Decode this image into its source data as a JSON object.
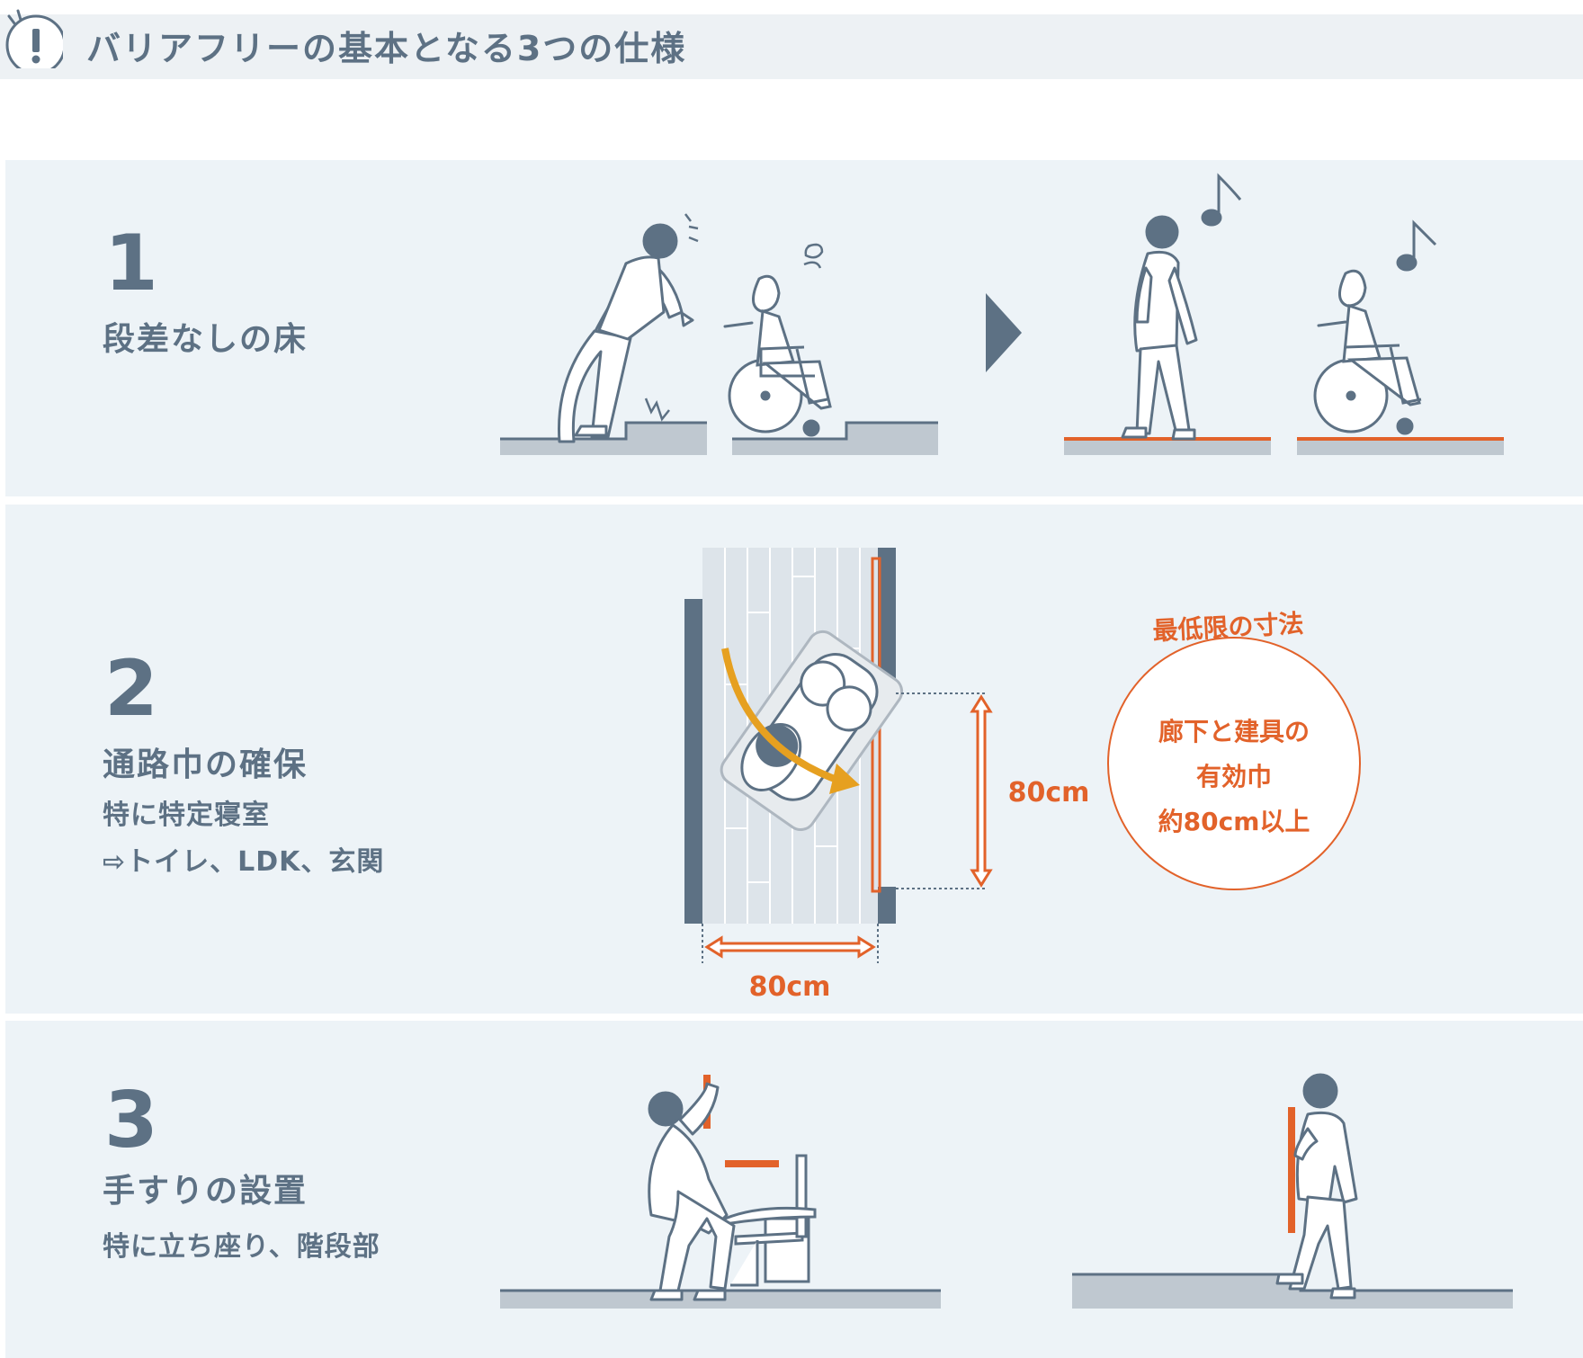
{
  "header": {
    "title": "バリアフリーの基本となる3つの仕様",
    "mark": "!"
  },
  "sections": [
    {
      "number": "1",
      "heading": "段差なしの床",
      "notes": []
    },
    {
      "number": "2",
      "heading": "通路巾の確保",
      "notes": [
        "特に特定寝室",
        "⇨トイレ、LDK、玄関"
      ],
      "width_label": "80cm",
      "door_label": "80cm",
      "callout_title": "最低限の寸法",
      "callout_lines": [
        "廊下と建具の",
        "有効巾",
        "約80cm以上"
      ]
    },
    {
      "number": "3",
      "heading": "手すりの設置",
      "notes": [
        "特に立ち座り、階段部"
      ]
    }
  ],
  "colors": {
    "text": "#5d7184",
    "accent": "#e2622a",
    "arrow": "#e6a020",
    "panel": "#edf3f7",
    "floor": "#bfc8d0"
  }
}
